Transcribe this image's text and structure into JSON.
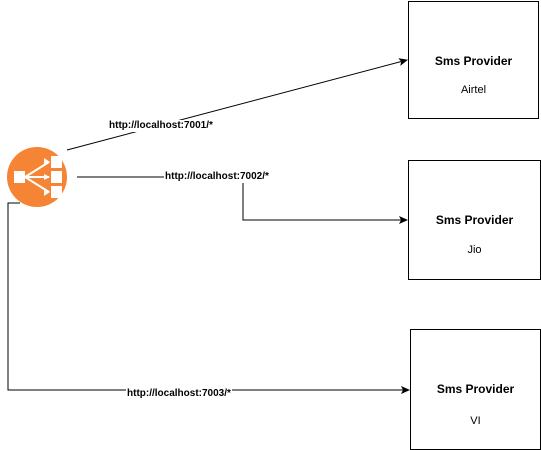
{
  "load_balancer": {
    "icon": "load-balancer-icon",
    "color": "#F58534"
  },
  "providers": [
    {
      "title": "Sms Provider",
      "name": "Airtel"
    },
    {
      "title": "Sms Provider",
      "name": "Jio"
    },
    {
      "title": "Sms Provider",
      "name": "VI"
    }
  ],
  "routes": [
    {
      "label": "http://localhost:7001/*",
      "target": "Airtel"
    },
    {
      "label": "http://localhost:7002/*",
      "target": "Jio"
    },
    {
      "label": "http://localhost:7003/*",
      "target": "VI"
    }
  ]
}
